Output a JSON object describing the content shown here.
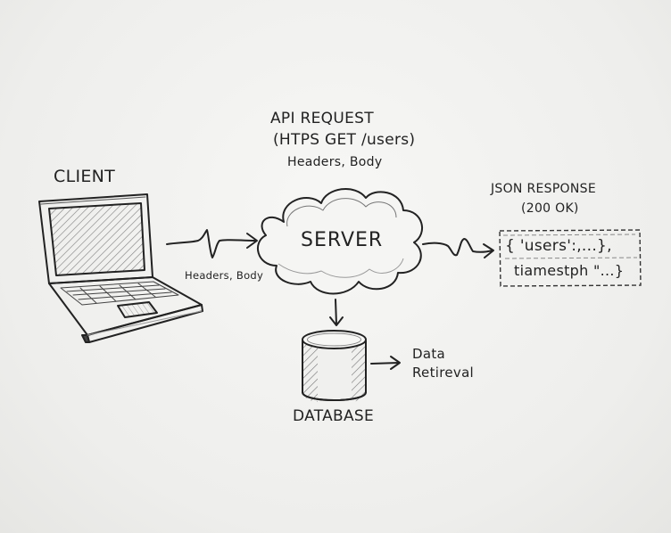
{
  "client": {
    "label": "CLIENT"
  },
  "request": {
    "title": "API REQUEST",
    "method_line": "(HTPS GET /users)",
    "parts": "Headers, Body"
  },
  "client_arrow_label": "Headers, Body",
  "server": {
    "label": "SERVER"
  },
  "response": {
    "title": "JSON RESPONSE",
    "status": "(200 OK)",
    "body_line1": "{ 'users':,...},",
    "body_line2": "tiamestph \"...}"
  },
  "database": {
    "label": "DATABASE"
  },
  "retrieval_label_line1": "Data",
  "retrieval_label_line2": "Retireval",
  "colors": {
    "ink": "#222222",
    "paper": "#f2f2f0",
    "shade": "#8a8a8a"
  }
}
